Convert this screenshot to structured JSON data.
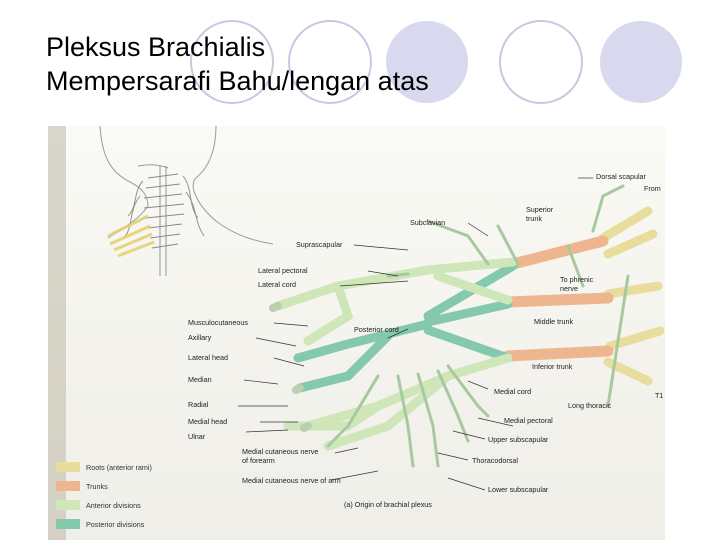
{
  "slide": {
    "title_line1": "Pleksus Brachialis",
    "title_line2": "Mempersarafi Bahu/lengan atas"
  },
  "colors": {
    "roots": "#e8dd9c",
    "trunks": "#eeb68e",
    "anterior_divisions": "#cfe6b8",
    "posterior_divisions": "#84c8ad",
    "circle_filled": "#d8d8ef",
    "circle_outline": "#c8c8e0"
  },
  "figure": {
    "labels": {
      "dorsal_scapular": "Dorsal scapular",
      "from": "From",
      "superior_trunk": "Superior\ntrunk",
      "subclavian": "Subclavian",
      "suprascapular": "Suprascapular",
      "to_phrenic_nerve": "To phrenic\nnerve",
      "lateral_pectoral": "Lateral pectoral",
      "lateral_cord": "Lateral cord",
      "musculocutaneous": "Musculocutaneous",
      "posterior_cord": "Posterior cord",
      "middle_trunk": "Middle trunk",
      "axillary": "Axillary",
      "lateral_head": "Lateral head",
      "inferior_trunk": "Inferior trunk",
      "median": "Median",
      "medial_cord": "Medial cord",
      "t1": "T1",
      "radial": "Radial",
      "long_thoracic": "Long thoracic",
      "medial_head": "Medial head",
      "medial_pectoral": "Medial pectoral",
      "ulnar": "Ulnar",
      "upper_subscapular": "Upper subscapular",
      "medial_cutaneous_forearm": "Medial cutaneous nerve\nof forearm",
      "thoracodorsal": "Thoracodorsal",
      "medial_cutaneous_arm": "Medial cutaneous nerve of arm",
      "lower_subscapular": "Lower subscapular",
      "caption": "(a) Origin of brachial plexus"
    },
    "key": [
      {
        "label": "Roots (anterior rami)",
        "color": "#e8dd9c"
      },
      {
        "label": "Trunks",
        "color": "#eeb68e"
      },
      {
        "label": "Anterior divisions",
        "color": "#cfe6b8"
      },
      {
        "label": "Posterior divisions",
        "color": "#84c8ad"
      }
    ]
  }
}
